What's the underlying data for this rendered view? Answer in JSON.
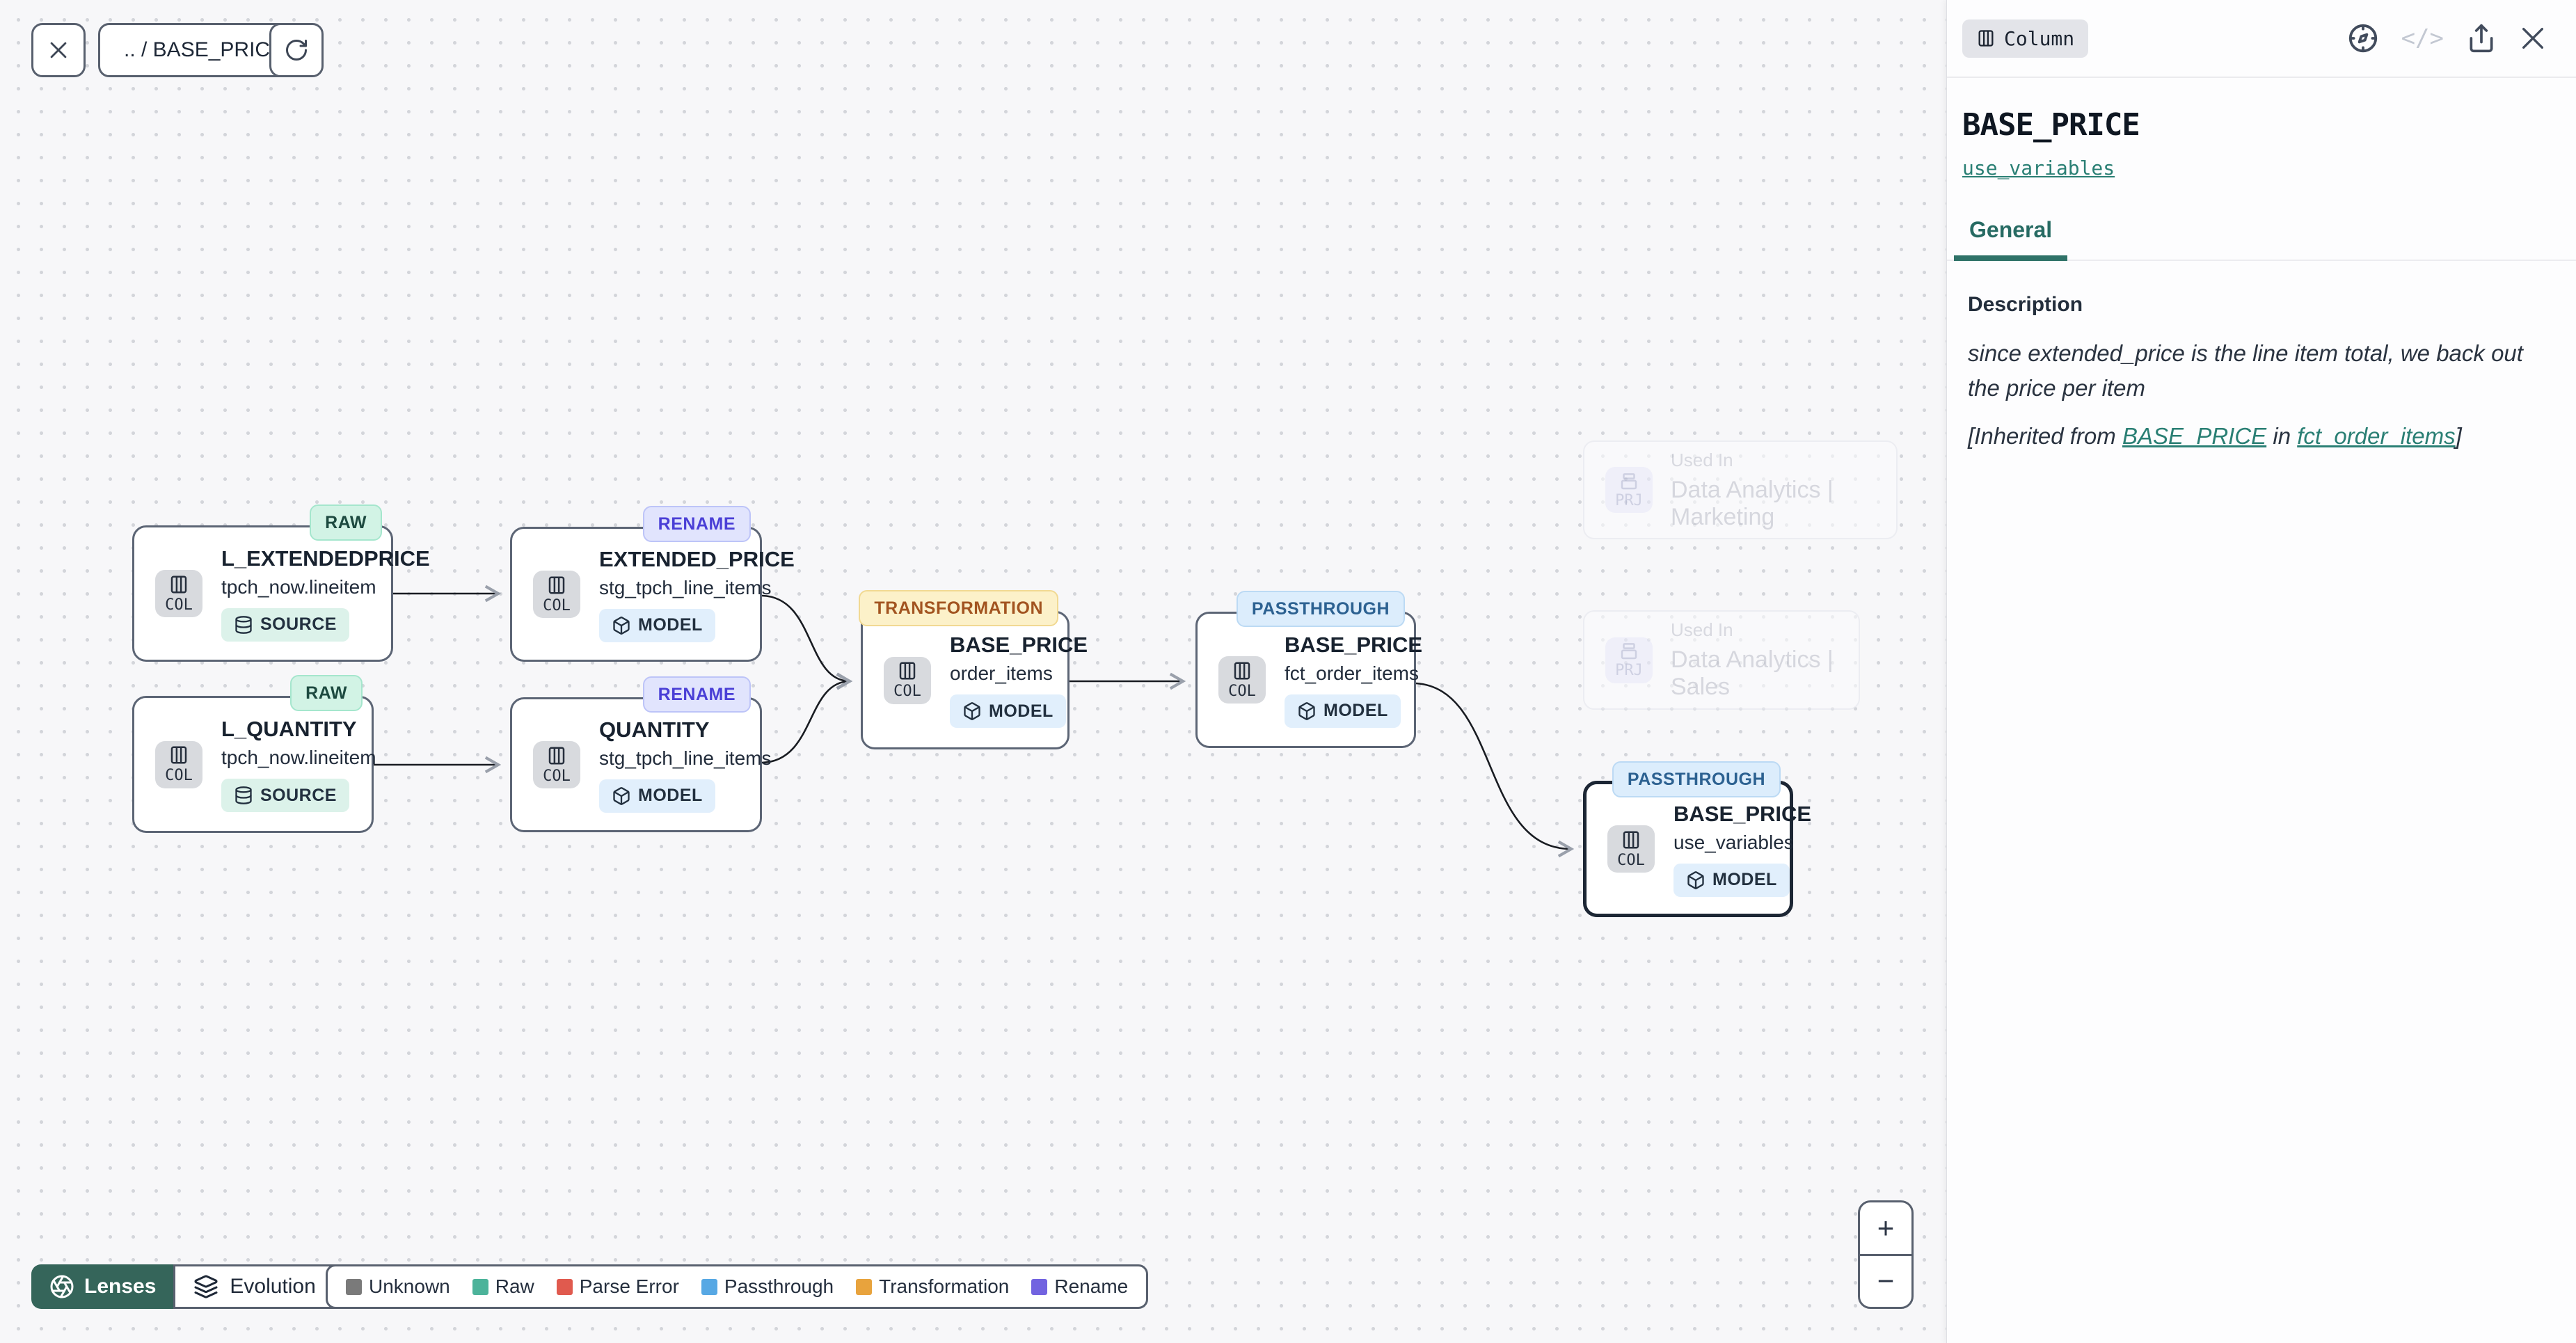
{
  "toolbar": {
    "breadcrumb": ".. / BASE_PRICE"
  },
  "nodes": [
    {
      "badge": "RAW",
      "title": "L_EXTENDEDPRICE",
      "subtitle": "tpch_now.lineitem",
      "kind": "SOURCE",
      "icon_label": "COL"
    },
    {
      "badge": "RENAME",
      "title": "EXTENDED_PRICE",
      "subtitle": "stg_tpch_line_items",
      "kind": "MODEL",
      "icon_label": "COL"
    },
    {
      "badge": "RAW",
      "title": "L_QUANTITY",
      "subtitle": "tpch_now.lineitem",
      "kind": "SOURCE",
      "icon_label": "COL"
    },
    {
      "badge": "RENAME",
      "title": "QUANTITY",
      "subtitle": "stg_tpch_line_items",
      "kind": "MODEL",
      "icon_label": "COL"
    },
    {
      "badge": "TRANSFORMATION",
      "title": "BASE_PRICE",
      "subtitle": "order_items",
      "kind": "MODEL",
      "icon_label": "COL"
    },
    {
      "badge": "PASSTHROUGH",
      "title": "BASE_PRICE",
      "subtitle": "fct_order_items",
      "kind": "MODEL",
      "icon_label": "COL"
    },
    {
      "badge": "PASSTHROUGH",
      "title": "BASE_PRICE",
      "subtitle": "use_variables",
      "kind": "MODEL",
      "icon_label": "COL"
    }
  ],
  "used_in": [
    {
      "label": "Used In",
      "project": "Data Analytics | Marketing",
      "icon_label": "PRJ"
    },
    {
      "label": "Used In",
      "project": "Data Analytics | Sales",
      "icon_label": "PRJ"
    }
  ],
  "panel": {
    "badge": "Column",
    "title": "BASE_PRICE",
    "link": "use_variables",
    "tab": "General",
    "description_label": "Description",
    "description": "since extended_price is the line item total, we back out the price per item",
    "inherited": {
      "prefix": "[Inherited from ",
      "link1": "BASE_PRICE",
      "middle": " in ",
      "link2": "fct_order_items",
      "suffix": "]"
    }
  },
  "footer": {
    "lenses_label": "Lenses",
    "mode_label": "Evolution",
    "legend": [
      {
        "label": "Unknown",
        "color": "#7a7a7a"
      },
      {
        "label": "Raw",
        "color": "#4cb39a"
      },
      {
        "label": "Parse Error",
        "color": "#e05a4e"
      },
      {
        "label": "Passthrough",
        "color": "#57a8e4"
      },
      {
        "label": "Transformation",
        "color": "#e8a33d"
      },
      {
        "label": "Rename",
        "color": "#7263e0"
      }
    ]
  },
  "zoom_controls": {
    "zoom_in": "+",
    "zoom_out": "−"
  },
  "colors": {
    "accent_teal": "#2a7f74",
    "lenses_green": "#35655a",
    "edge": "#191c22"
  }
}
